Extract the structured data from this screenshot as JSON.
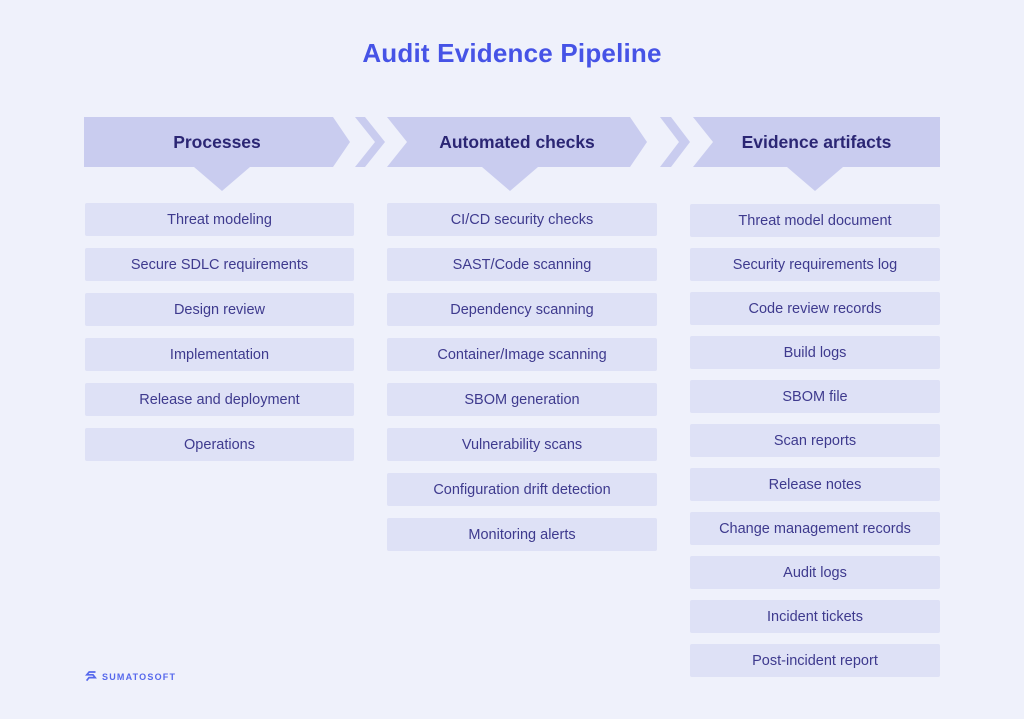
{
  "title": "Audit Evidence Pipeline",
  "pipeline": {
    "columns": [
      {
        "header": "Processes",
        "items": [
          "Threat modeling",
          "Secure SDLC requirements",
          "Design review",
          "Implementation",
          "Release and deployment",
          "Operations"
        ]
      },
      {
        "header": "Automated checks",
        "items": [
          "CI/CD security checks",
          "SAST/Code scanning",
          "Dependency scanning",
          "Container/Image scanning",
          "SBOM generation",
          "Vulnerability scans",
          "Configuration drift detection",
          "Monitoring alerts"
        ]
      },
      {
        "header": "Evidence artifacts",
        "items": [
          "Threat model document",
          "Security requirements log",
          "Code review records",
          "Build logs",
          "SBOM file",
          "Scan reports",
          "Release notes",
          "Change management records",
          "Audit logs",
          "Incident tickets",
          "Post-incident report"
        ]
      }
    ]
  },
  "branding": {
    "logo_text": "SUMATOSOFT",
    "logo_icon": "sumatosoft-s-icon"
  },
  "colors": {
    "background": "#eff1fb",
    "banner_fill": "#c9ccef",
    "item_fill": "#dee1f6",
    "banner_text": "#2b2674",
    "item_text": "#3e3a8e",
    "title_text": "#4653e6",
    "logo": "#5668ec"
  }
}
